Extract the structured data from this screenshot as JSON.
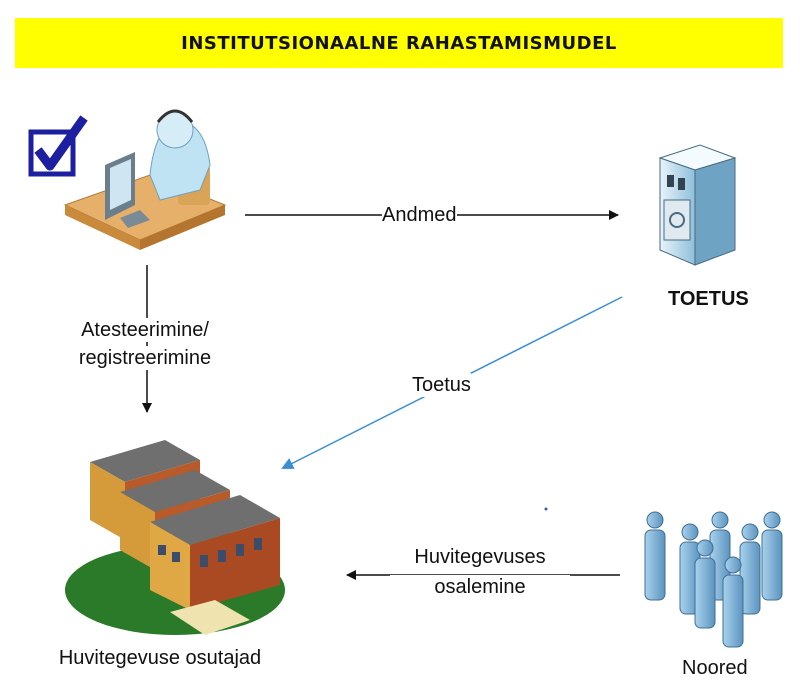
{
  "title": "INSTITUTSIONAALNE RAHASTAMISMUDEL",
  "arrows": {
    "data_label": "Andmed",
    "support_label": "Toetus",
    "certification_label_line1": "Atesteerimine/",
    "certification_label_line2": "registreerimine",
    "participation_label_line1": "Huvitegevuses",
    "participation_label_line2": "osalemine"
  },
  "nodes": {
    "funder_label": "TOETUS",
    "providers_label": "Huvitegevuse osutajad",
    "youth_label": "Noored"
  },
  "icons": {
    "checkbox": "checkbox-checked-icon",
    "operator": "computer-operator-icon",
    "funder": "bank-building-icon",
    "providers": "campus-buildings-icon",
    "youth": "people-group-icon"
  },
  "colors": {
    "banner": "#ffff00",
    "support_arrow": "#3a8fd0",
    "checkbox": "#1b1fa0"
  }
}
